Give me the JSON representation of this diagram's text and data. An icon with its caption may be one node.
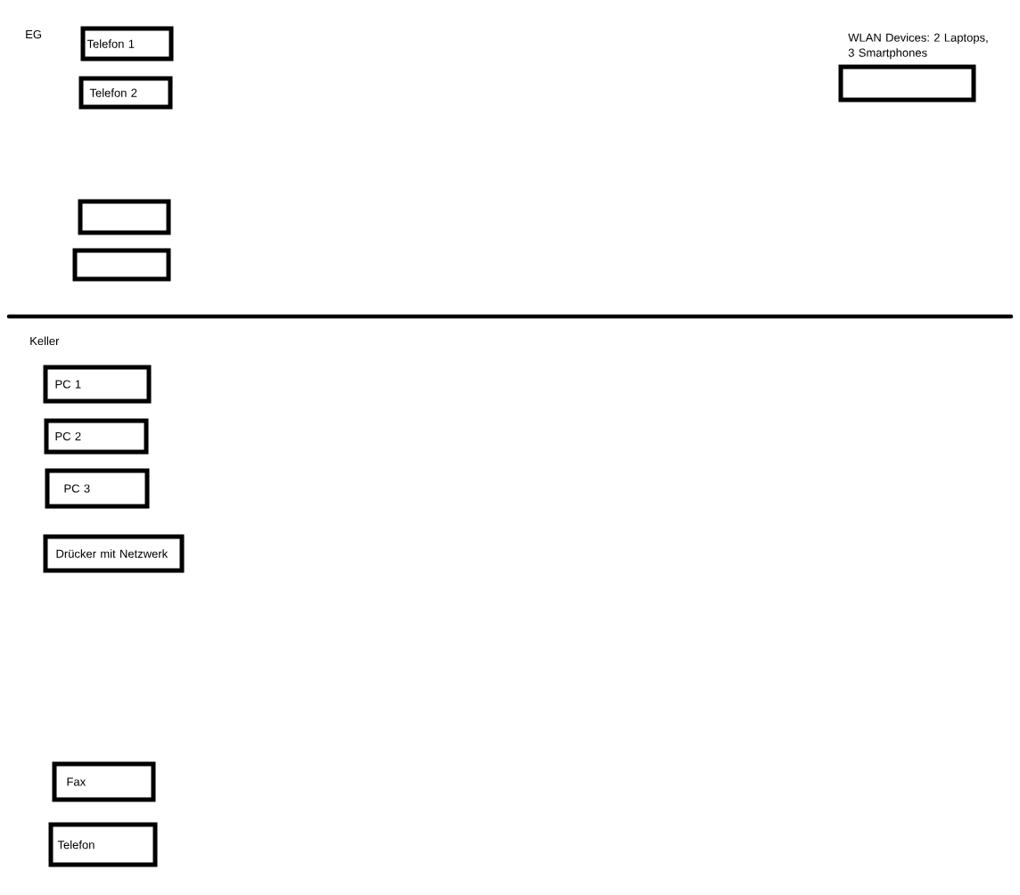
{
  "diagram": {
    "nodes": [
      {
        "text": [
          "Telefon 1"
        ]
      },
      {
        "text": [
          "Telefon 2"
        ]
      },
      {
        "text": [],
        "shape": "box"
      },
      {
        "text": [],
        "shape": "box"
      },
      {
        "text": [
          "WLAN Devices: 2 Laptops, 3 Smartphones"
        ]
      },
      {
        "text": [
          "PC 1"
        ]
      },
      {
        "text": [
          "PC 2"
        ]
      },
      {
        "text": [
          "PC 3"
        ]
      },
      {
        "text": [
          "Drücker mit Netzwerk"
        ]
      },
      {
        "text": [
          "Fax"
        ]
      },
      {
        "text": [
          "Telefon"
        ]
      }
    ],
    "labels": [
      "EG",
      "Keller"
    ]
  }
}
